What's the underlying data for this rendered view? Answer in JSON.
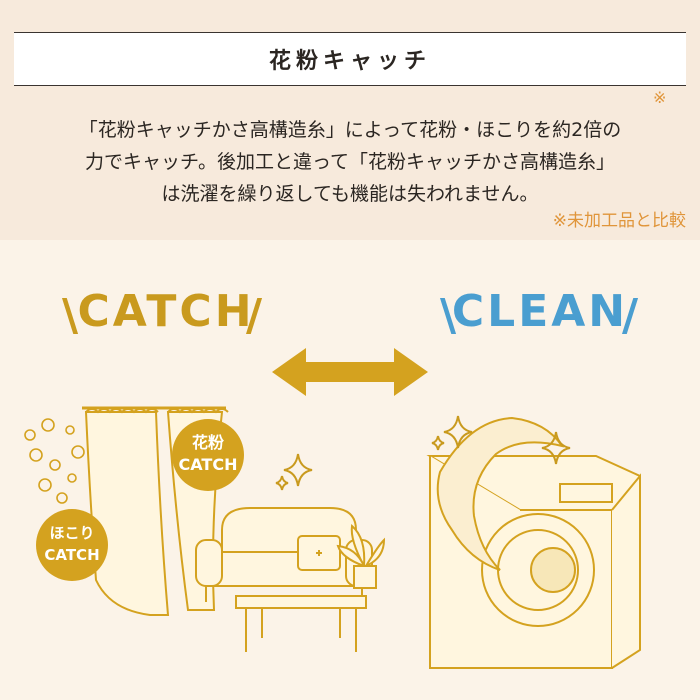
{
  "header": {
    "title": "花粉キャッチ"
  },
  "description": {
    "line1": "「花粉キャッチかさ高構造糸」によって花粉・ほこりを約2倍の",
    "line2": "力でキャッチ。後加工と違って「花粉キャッチかさ高構造糸」",
    "line3": "は洗濯を繰り返しても機能は失われません。",
    "mark": "※",
    "footnote": "※未加工品と比較"
  },
  "illustration": {
    "catch_label": "CATCH",
    "clean_label": "CLEAN",
    "slash_left": "\\",
    "slash_right": "/",
    "badge_pollen_line1": "花粉",
    "badge_pollen_line2": "CATCH",
    "badge_dust_line1": "ほこり",
    "badge_dust_line2": "CATCH",
    "icons": [
      "double-arrow-icon",
      "sparkle-icon",
      "curtain-icon",
      "sofa-icon",
      "table-icon",
      "plant-icon",
      "washing-machine-icon",
      "pollen-icon"
    ]
  },
  "colors": {
    "gold": "#c99a1e",
    "blue": "#4a9ed0",
    "orange_note": "#e0953a",
    "band": "#f7eadc",
    "background": "#fbf3e8"
  }
}
